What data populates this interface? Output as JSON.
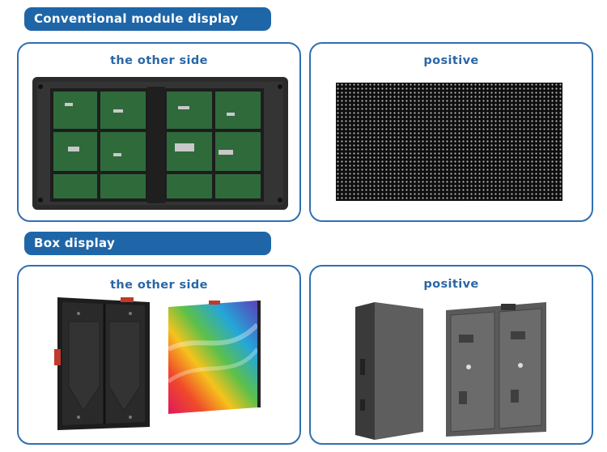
{
  "sections": {
    "conventional": {
      "title": "Conventional module display",
      "back_card_label": "the other side",
      "front_card_label": "positive"
    },
    "box": {
      "title": "Box display",
      "back_card_label": "the other side",
      "front_card_label": "positive"
    }
  },
  "colors": {
    "banner": "#1f66a8",
    "card_border": "#2f6fb2",
    "label_text": "#2a67a6"
  }
}
